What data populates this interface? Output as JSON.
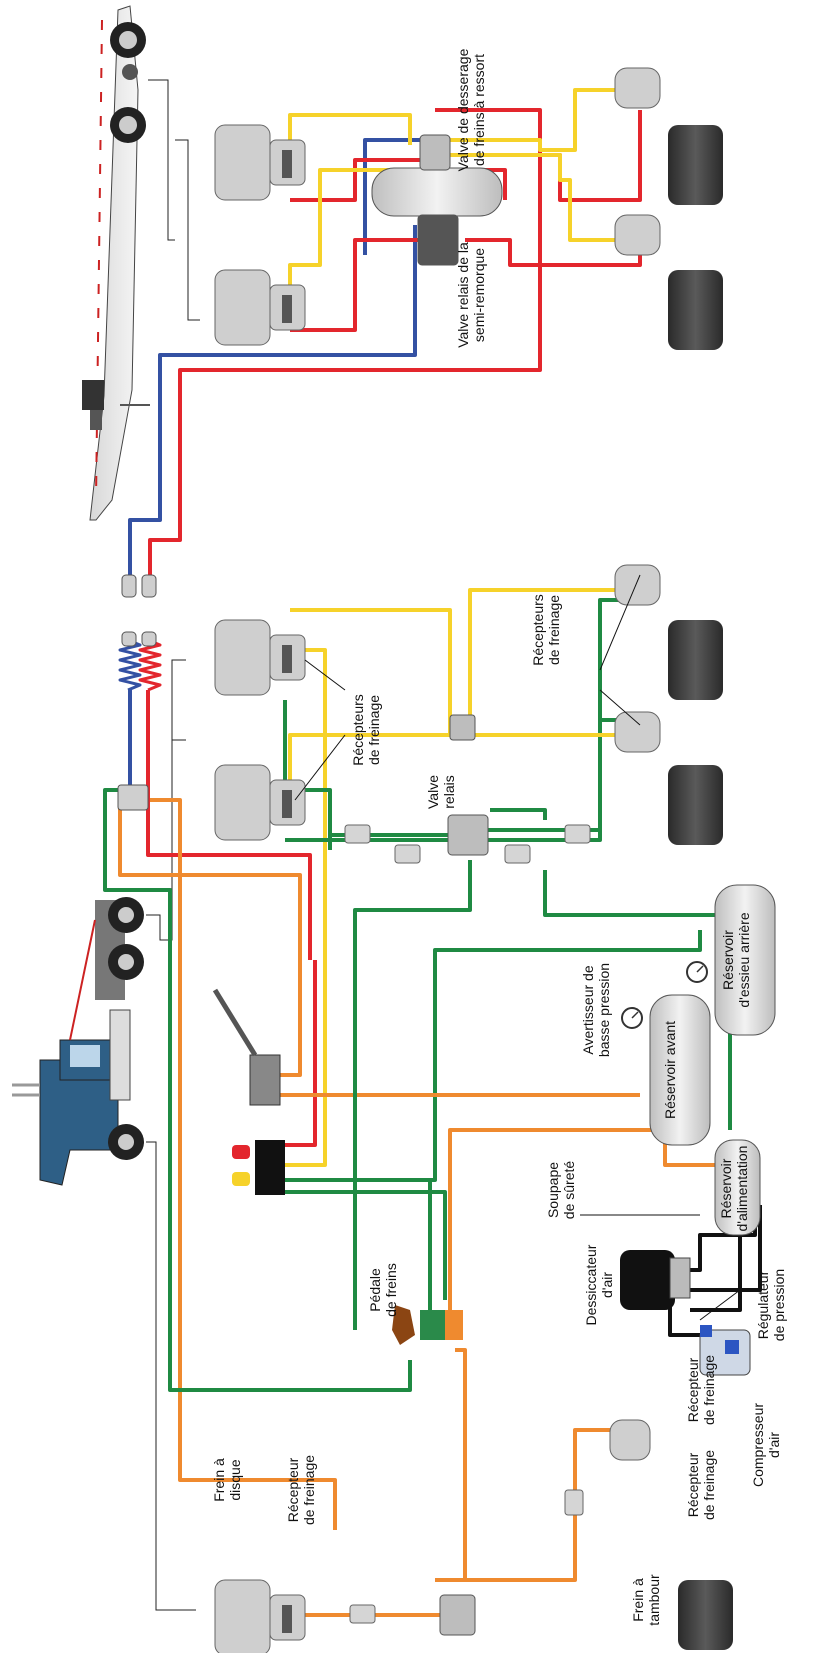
{
  "colors": {
    "red": "#e3262d",
    "blue": "#3451a3",
    "yellow": "#f6d22a",
    "green": "#1f8a43",
    "orange": "#ef8a2f",
    "black": "#111111",
    "component_gray": "#cfcfcf",
    "drum_dark": "#3b3b3b"
  },
  "labels": {
    "frein_disque": "Frein à\ndisque",
    "recepteur_avant": "Récepteur\nde freinage",
    "frein_tambour": "Frein à\ntambour",
    "recepteur_tambour": "Récepteur\nde freinage",
    "compresseur": "Compresseur\nd'air",
    "recepteur_comp": "Récepteur\nde freinage",
    "dessiccateur": "Dessiccateur\nd'air",
    "regulateur": "Régulateur\nde pression",
    "soupape": "Soupape\nde sûreté",
    "pedale": "Pédale\nde freins",
    "avertisseur": "Avertisseur de\nbasse pression",
    "recepteurs_1": "Récepteurs\nde freinage",
    "valve_relais": "Valve\nrelais",
    "recepteurs_2": "Récepteurs\nde freinage",
    "valve_relais_semi": "Valve relais de la\nsemi-remorque",
    "valve_desserage": "Valve de desserage\nde freins à ressort"
  },
  "tanks": {
    "alimentation": "Réservoir\nd'alimentation",
    "avant": "Réservoir avant",
    "arriere": "Réservoir\nd'essieu arrière"
  }
}
